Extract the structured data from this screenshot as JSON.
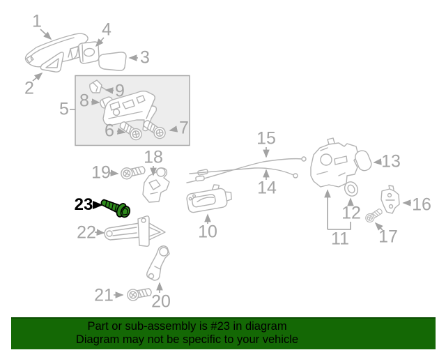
{
  "diagram": {
    "description": "door-lock-and-handle-parts-exploded-diagram",
    "highlighted_part": "23",
    "callouts": [
      {
        "label": "1"
      },
      {
        "label": "2"
      },
      {
        "label": "3"
      },
      {
        "label": "4"
      },
      {
        "label": "5"
      },
      {
        "label": "6"
      },
      {
        "label": "7"
      },
      {
        "label": "8"
      },
      {
        "label": "9"
      },
      {
        "label": "10"
      },
      {
        "label": "11"
      },
      {
        "label": "12"
      },
      {
        "label": "13"
      },
      {
        "label": "14"
      },
      {
        "label": "15"
      },
      {
        "label": "16"
      },
      {
        "label": "17"
      },
      {
        "label": "18"
      },
      {
        "label": "19"
      },
      {
        "label": "20"
      },
      {
        "label": "21"
      },
      {
        "label": "22"
      },
      {
        "label": "23",
        "highlighted": true
      }
    ]
  },
  "banner": {
    "line1": "Part or sub-assembly is #23 in diagram",
    "line2": "Diagram may not be specific to your vehicle"
  },
  "colors": {
    "banner_green": "#146805",
    "banner_border": "#0c4f02",
    "banner_text": "#000000",
    "line_gray": "#b2b2b2",
    "label_gray": "#a3a3a3",
    "highlight_green": "#2e8b1c",
    "highlight_outline": "#000000",
    "box_fill": "#ededed",
    "box_border": "#a8a8a8",
    "arrow_gray": "#a3a3a3",
    "arrow_black": "#000000"
  }
}
